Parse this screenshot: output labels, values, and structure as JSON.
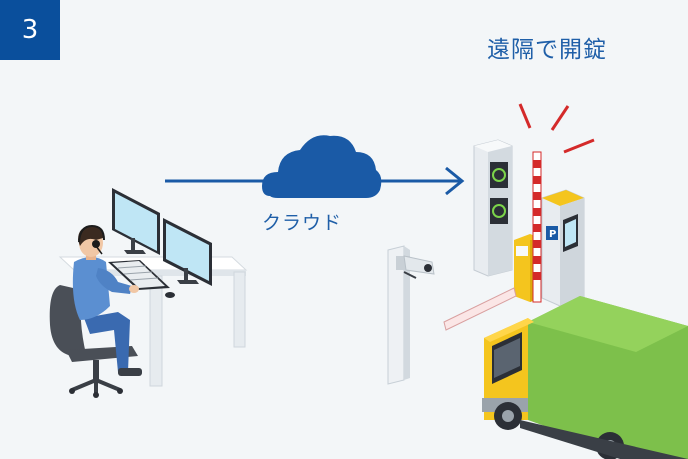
{
  "step": {
    "number": "3"
  },
  "headline": "遠隔で開錠",
  "cloud": {
    "label": "クラウド"
  },
  "icons": [
    "operator-icon",
    "monitor-icon",
    "cloud-icon",
    "arrow-icon",
    "camera-icon",
    "gate-barrier-icon",
    "ticket-machine-icon",
    "truck-icon"
  ],
  "colors": {
    "brand_blue": "#0a4f9c",
    "cloud_blue": "#1a5aa6",
    "truck_green": "#7dc04b",
    "truck_yellow": "#f4c51e",
    "alert_red": "#d42a2a",
    "background": "#f3f6f8"
  }
}
